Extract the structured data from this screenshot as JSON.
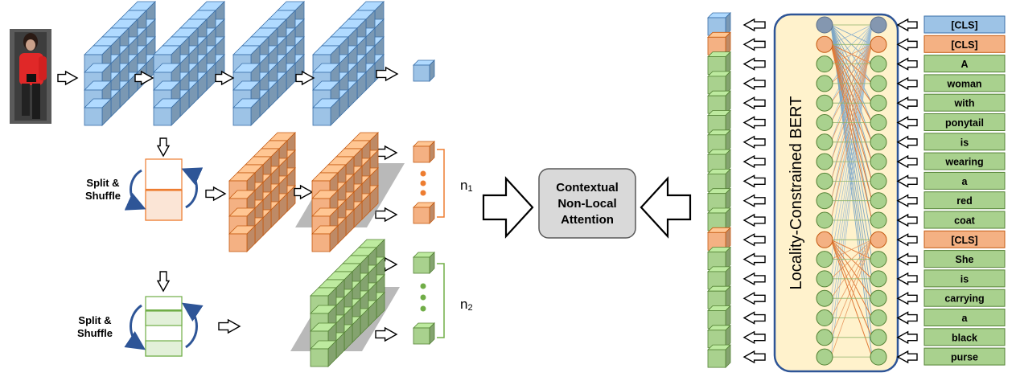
{
  "texts": {
    "split_shuffle_1": [
      "Split &",
      "Shuffle"
    ],
    "split_shuffle_2": [
      "Split &",
      "Shuffle"
    ],
    "n1": "n",
    "n1_sub": "1",
    "n2": "n",
    "n2_sub": "2",
    "cnla": [
      "Contextual",
      "Non-Local",
      "Attention"
    ],
    "bert": "Locality-Constrained BERT"
  },
  "tokens": [
    "[CLS]",
    "[CLS]",
    "A",
    "woman",
    "with",
    "ponytail",
    "is",
    "wearing",
    "a",
    "red",
    "coat",
    "[CLS]",
    "She",
    "is",
    "carrying",
    "a",
    "black",
    "purse"
  ],
  "token_types": [
    "cls_global",
    "cls",
    "word",
    "word",
    "word",
    "word",
    "word",
    "word",
    "word",
    "word",
    "word",
    "cls",
    "word",
    "word",
    "word",
    "word",
    "word",
    "word"
  ],
  "colors": {
    "blue": "#9dc3e6",
    "blue_stroke": "#3a6fa8",
    "orange": "#f4b183",
    "orange_stroke": "#c55a11",
    "green": "#a9d18e",
    "green_stroke": "#548235",
    "gray_node": "#8497b0",
    "bert_bg": "#fff2cc",
    "box_bg": "#d9d9d9"
  }
}
